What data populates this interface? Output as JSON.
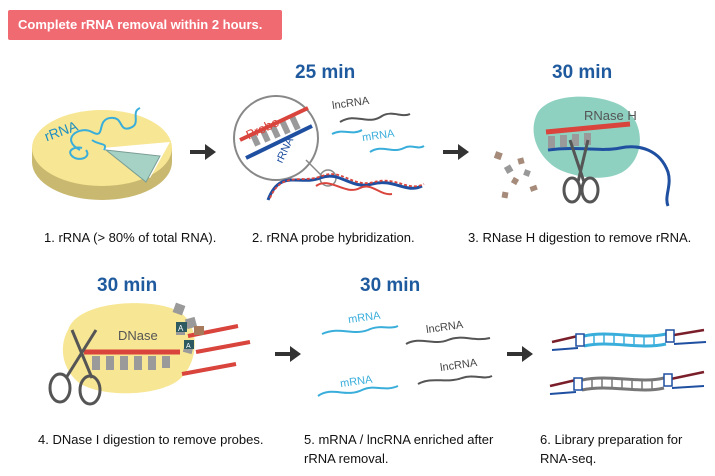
{
  "banner": {
    "text": "Complete rRNA removal within 2 hours."
  },
  "times": {
    "t2": "25 min",
    "t3": "30 min",
    "t4": "30 min",
    "t5": "30 min"
  },
  "steps": {
    "s1": "1. rRNA (> 80% of total RNA).",
    "s2": "2. rRNA probe hybridization.",
    "s3": "3. RNase H digestion to remove rRNA.",
    "s4": "4. DNase I digestion to remove probes.",
    "s5a": "5. mRNA / lncRNA enriched after",
    "s5b": "rRNA removal.",
    "s6a": "6. Library preparation for",
    "s6b": "RNA-seq."
  },
  "labels": {
    "rrna": "rRNA",
    "probe": "Probe",
    "rrna2": "rRNA",
    "lncrna": "lncRNA",
    "mrna": "mRNA",
    "rnaseh": "RNase H",
    "dnase": "DNase",
    "mrna5a": "mRNA",
    "lncrna5a": "lncRNA",
    "mrna5b": "mRNA",
    "lncrna5b": "lncRNA",
    "a_letter": "A",
    "a_letter2": "A"
  },
  "colors": {
    "banner": "#f06a72",
    "time": "#1f5a9e",
    "yellow": "#f7e693",
    "teal": "#8fd1c0",
    "red": "#d9443c",
    "blue": "#1f4fa0",
    "cyan": "#3aaedb",
    "gray": "#7a7a7a"
  }
}
